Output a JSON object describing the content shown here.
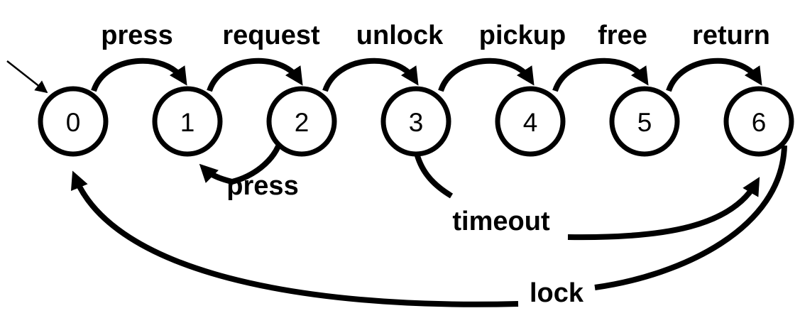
{
  "states": [
    "0",
    "1",
    "2",
    "3",
    "4",
    "5",
    "6"
  ],
  "transitions": {
    "t0_1": "press",
    "t1_2": "request",
    "t2_3": "unlock",
    "t3_4": "pickup",
    "t4_5": "free",
    "t5_6": "return",
    "t2_1": "press",
    "t3_6": "timeout",
    "t6_0": "lock"
  },
  "colors": {
    "stroke": "#000000",
    "background": "#ffffff"
  }
}
